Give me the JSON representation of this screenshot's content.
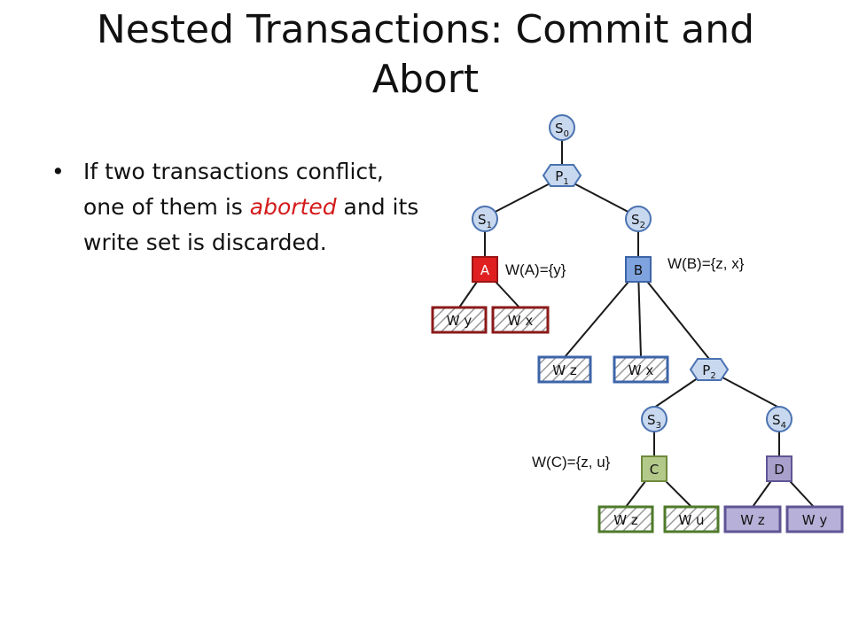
{
  "title": "Nested Transactions: Commit and Abort",
  "bullet": {
    "before": "If two transactions conflict, one of them is ",
    "emphasis": "aborted",
    "after": " and its write set is discarded."
  },
  "tree": {
    "s0": "S0",
    "p1": "P1",
    "s1": "S1",
    "s2": "S2",
    "a": "A",
    "b": "B",
    "p2": "P2",
    "s3": "S3",
    "s4": "S4",
    "c": "C",
    "d": "D"
  },
  "annotations": {
    "wa": "W(A)={y}",
    "wb": "W(B)={z, x}",
    "wc": "W(C)={z, u}"
  },
  "writes": {
    "a1": "W y",
    "a2": "W x",
    "b1": "W z",
    "b2": "W x",
    "c1": "W z",
    "c2": "W u",
    "d1": "W z",
    "d2": "W y"
  },
  "colors": {
    "circle_fill": "#c8d8ef",
    "circle_stroke": "#4a72b0",
    "abort_red": "#e02020",
    "b_blue": "#5b86d0",
    "c_green": "#b3c98a",
    "d_purple": "#a9a0cc"
  }
}
